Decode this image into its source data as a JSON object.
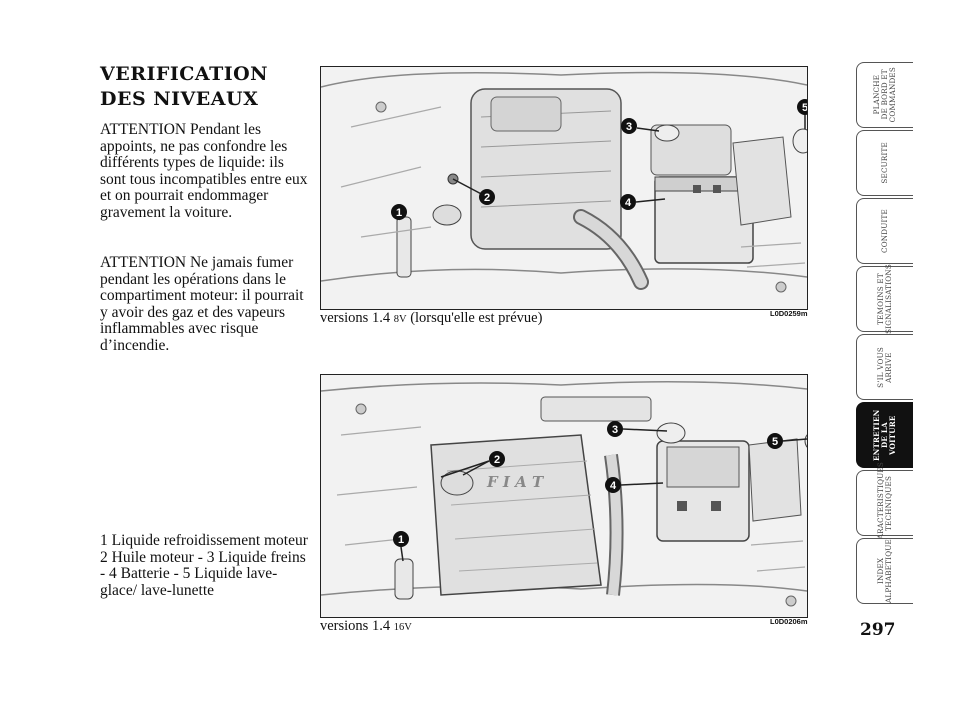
{
  "heading": {
    "line1": "VERIFICATION",
    "line2": "DES NIVEAUX"
  },
  "warnings": [
    "ATTENTION Pendant les appoints, ne pas confondre les différents types de liquide: ils sont tous incompatibles entre eux et on pourrait endommager gravement la voiture.",
    "ATTENTION Ne jamais fumer pendant les opérations dans le compartiment moteur: il pourrait y avoir des gaz et des vapeurs inflammables avec risque d’incendie."
  ],
  "legend": "1 Liquide refroidissement moteur 2 Huile moteur - 3 Liquide freins - 4 Batterie - 5 Liquide lave-glace/ lave-lunette",
  "figures": [
    {
      "code": "L0D0259m",
      "caption_main": "versions 1.4 ",
      "caption_small": "8V",
      "caption_rest": " (lorsqu'elle est prévue)",
      "callouts": [
        "1",
        "2",
        "3",
        "4",
        "5"
      ]
    },
    {
      "code": "L0D0206m",
      "caption_main": "versions 1.4 ",
      "caption_small": "16V",
      "caption_rest": "",
      "callouts": [
        "1",
        "2",
        "3",
        "4",
        "5"
      ],
      "engine_logo": "F I A T"
    }
  ],
  "page_number": "297",
  "tabs": [
    {
      "label": "PLANCHE\nDE BORD ET\nCOMMANDES",
      "active": false
    },
    {
      "label": "SECURITE",
      "active": false
    },
    {
      "label": "CONDUITE",
      "active": false
    },
    {
      "label": "TEMOINS ET\nSIGNALISATIONS",
      "active": false
    },
    {
      "label": "S’IL VOUS\nARRIVE",
      "active": false
    },
    {
      "label": "ENTRETIEN DE LA\nVOITURE",
      "active": true
    },
    {
      "label": "CARACTERISTIQUES\nTECHNIQUES",
      "active": false
    },
    {
      "label": "INDEX\nALPHABETIQUE",
      "active": false
    }
  ]
}
